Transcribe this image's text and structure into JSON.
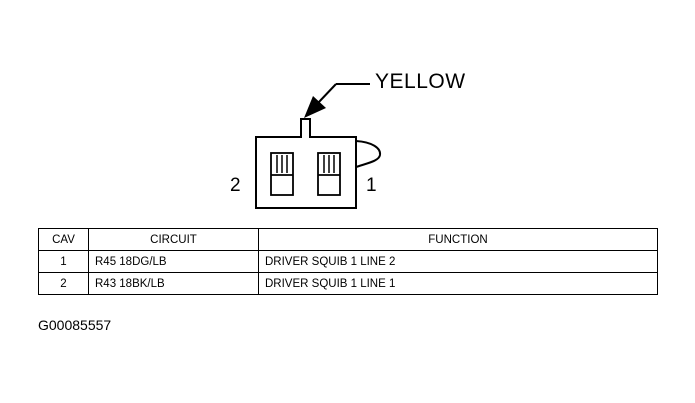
{
  "connector": {
    "wire_color_label": "YELLOW",
    "cavity_numbers": [
      "2",
      "1"
    ]
  },
  "table": {
    "headers": [
      "CAV",
      "CIRCUIT",
      "FUNCTION"
    ],
    "rows": [
      {
        "cav": "1",
        "circuit": "R45 18DG/LB",
        "function": "DRIVER SQUIB 1 LINE 2"
      },
      {
        "cav": "2",
        "circuit": "R43 18BK/LB",
        "function": "DRIVER SQUIB 1 LINE 1"
      }
    ]
  },
  "figure_id": "G00085557"
}
